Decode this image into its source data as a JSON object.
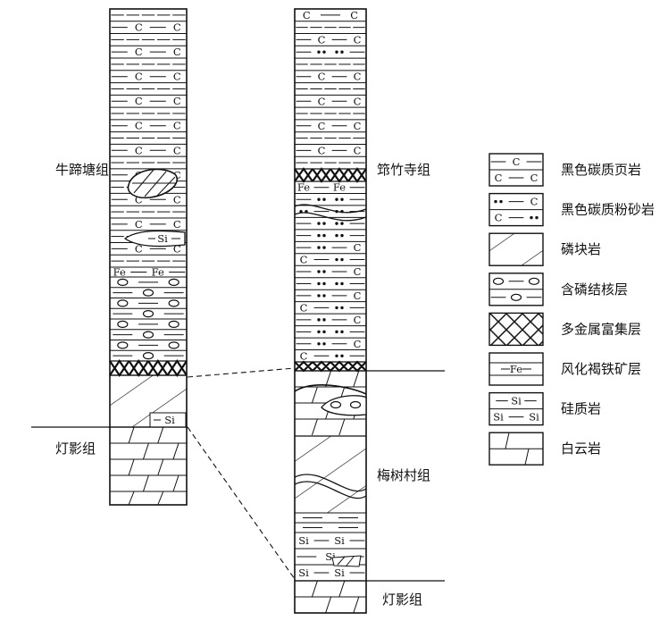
{
  "colors": {
    "ink": "#111111",
    "paper": "#ffffff"
  },
  "formations": {
    "niutitang": "牛蹄塘组",
    "dengying_left": "灯影组",
    "jiaozhusi": "筇竹寺组",
    "meishucun": "梅树村组",
    "dengying_right": "灯影组"
  },
  "symbols": {
    "carbon": "C",
    "iron": "Fe",
    "silica": "Si"
  },
  "legend": [
    {
      "pattern": "carbon-shale",
      "label": "黑色碳质页岩"
    },
    {
      "pattern": "carbon-siltstone",
      "label": "黑色碳质粉砂岩"
    },
    {
      "pattern": "phosphorite",
      "label": "磷块岩"
    },
    {
      "pattern": "phosphate-nodule",
      "label": "含磷结核层"
    },
    {
      "pattern": "polymetallic",
      "label": "多金属富集层"
    },
    {
      "pattern": "limonite",
      "label": "风化褐铁矿层"
    },
    {
      "pattern": "siliceous",
      "label": "硅质岩"
    },
    {
      "pattern": "dolomite",
      "label": "白云岩"
    }
  ]
}
